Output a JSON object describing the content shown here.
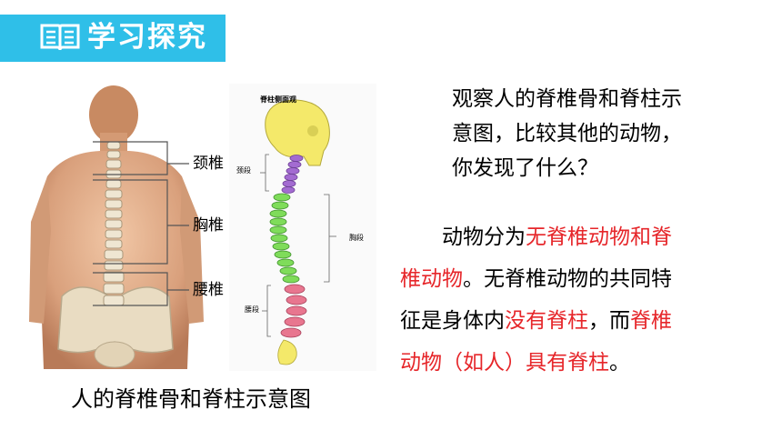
{
  "header": {
    "title": "学习探究",
    "icon": "book-icon"
  },
  "photo": {
    "labels": {
      "neck": "颈椎",
      "chest": "胸椎",
      "waist": "腰椎"
    }
  },
  "diagram": {
    "title": "脊柱侧面观",
    "labels": {
      "neck": "颈段",
      "chest": "胸段",
      "waist": "腰段"
    }
  },
  "caption": "人的脊椎骨和脊柱示意图",
  "question": {
    "lines": [
      "观察人的脊椎骨和脊柱示",
      "意图，比较其他的动物，",
      "你发现了什么？"
    ]
  },
  "answer": {
    "indent": "　　",
    "line1_black": "动物分为",
    "line1_red": "无脊椎动物和脊",
    "line2_red": "椎动物",
    "line2_black": "。无脊椎动物的共同特",
    "line3_black": "征是身体内",
    "line3_red": "没有脊柱",
    "line3_black2": "，而",
    "line3_red2": "脊椎",
    "line4_red": "动物（如人）具有脊柱",
    "line4_black": "。"
  },
  "colors": {
    "header": "#2fbfe8",
    "highlight": "#e6262a"
  }
}
